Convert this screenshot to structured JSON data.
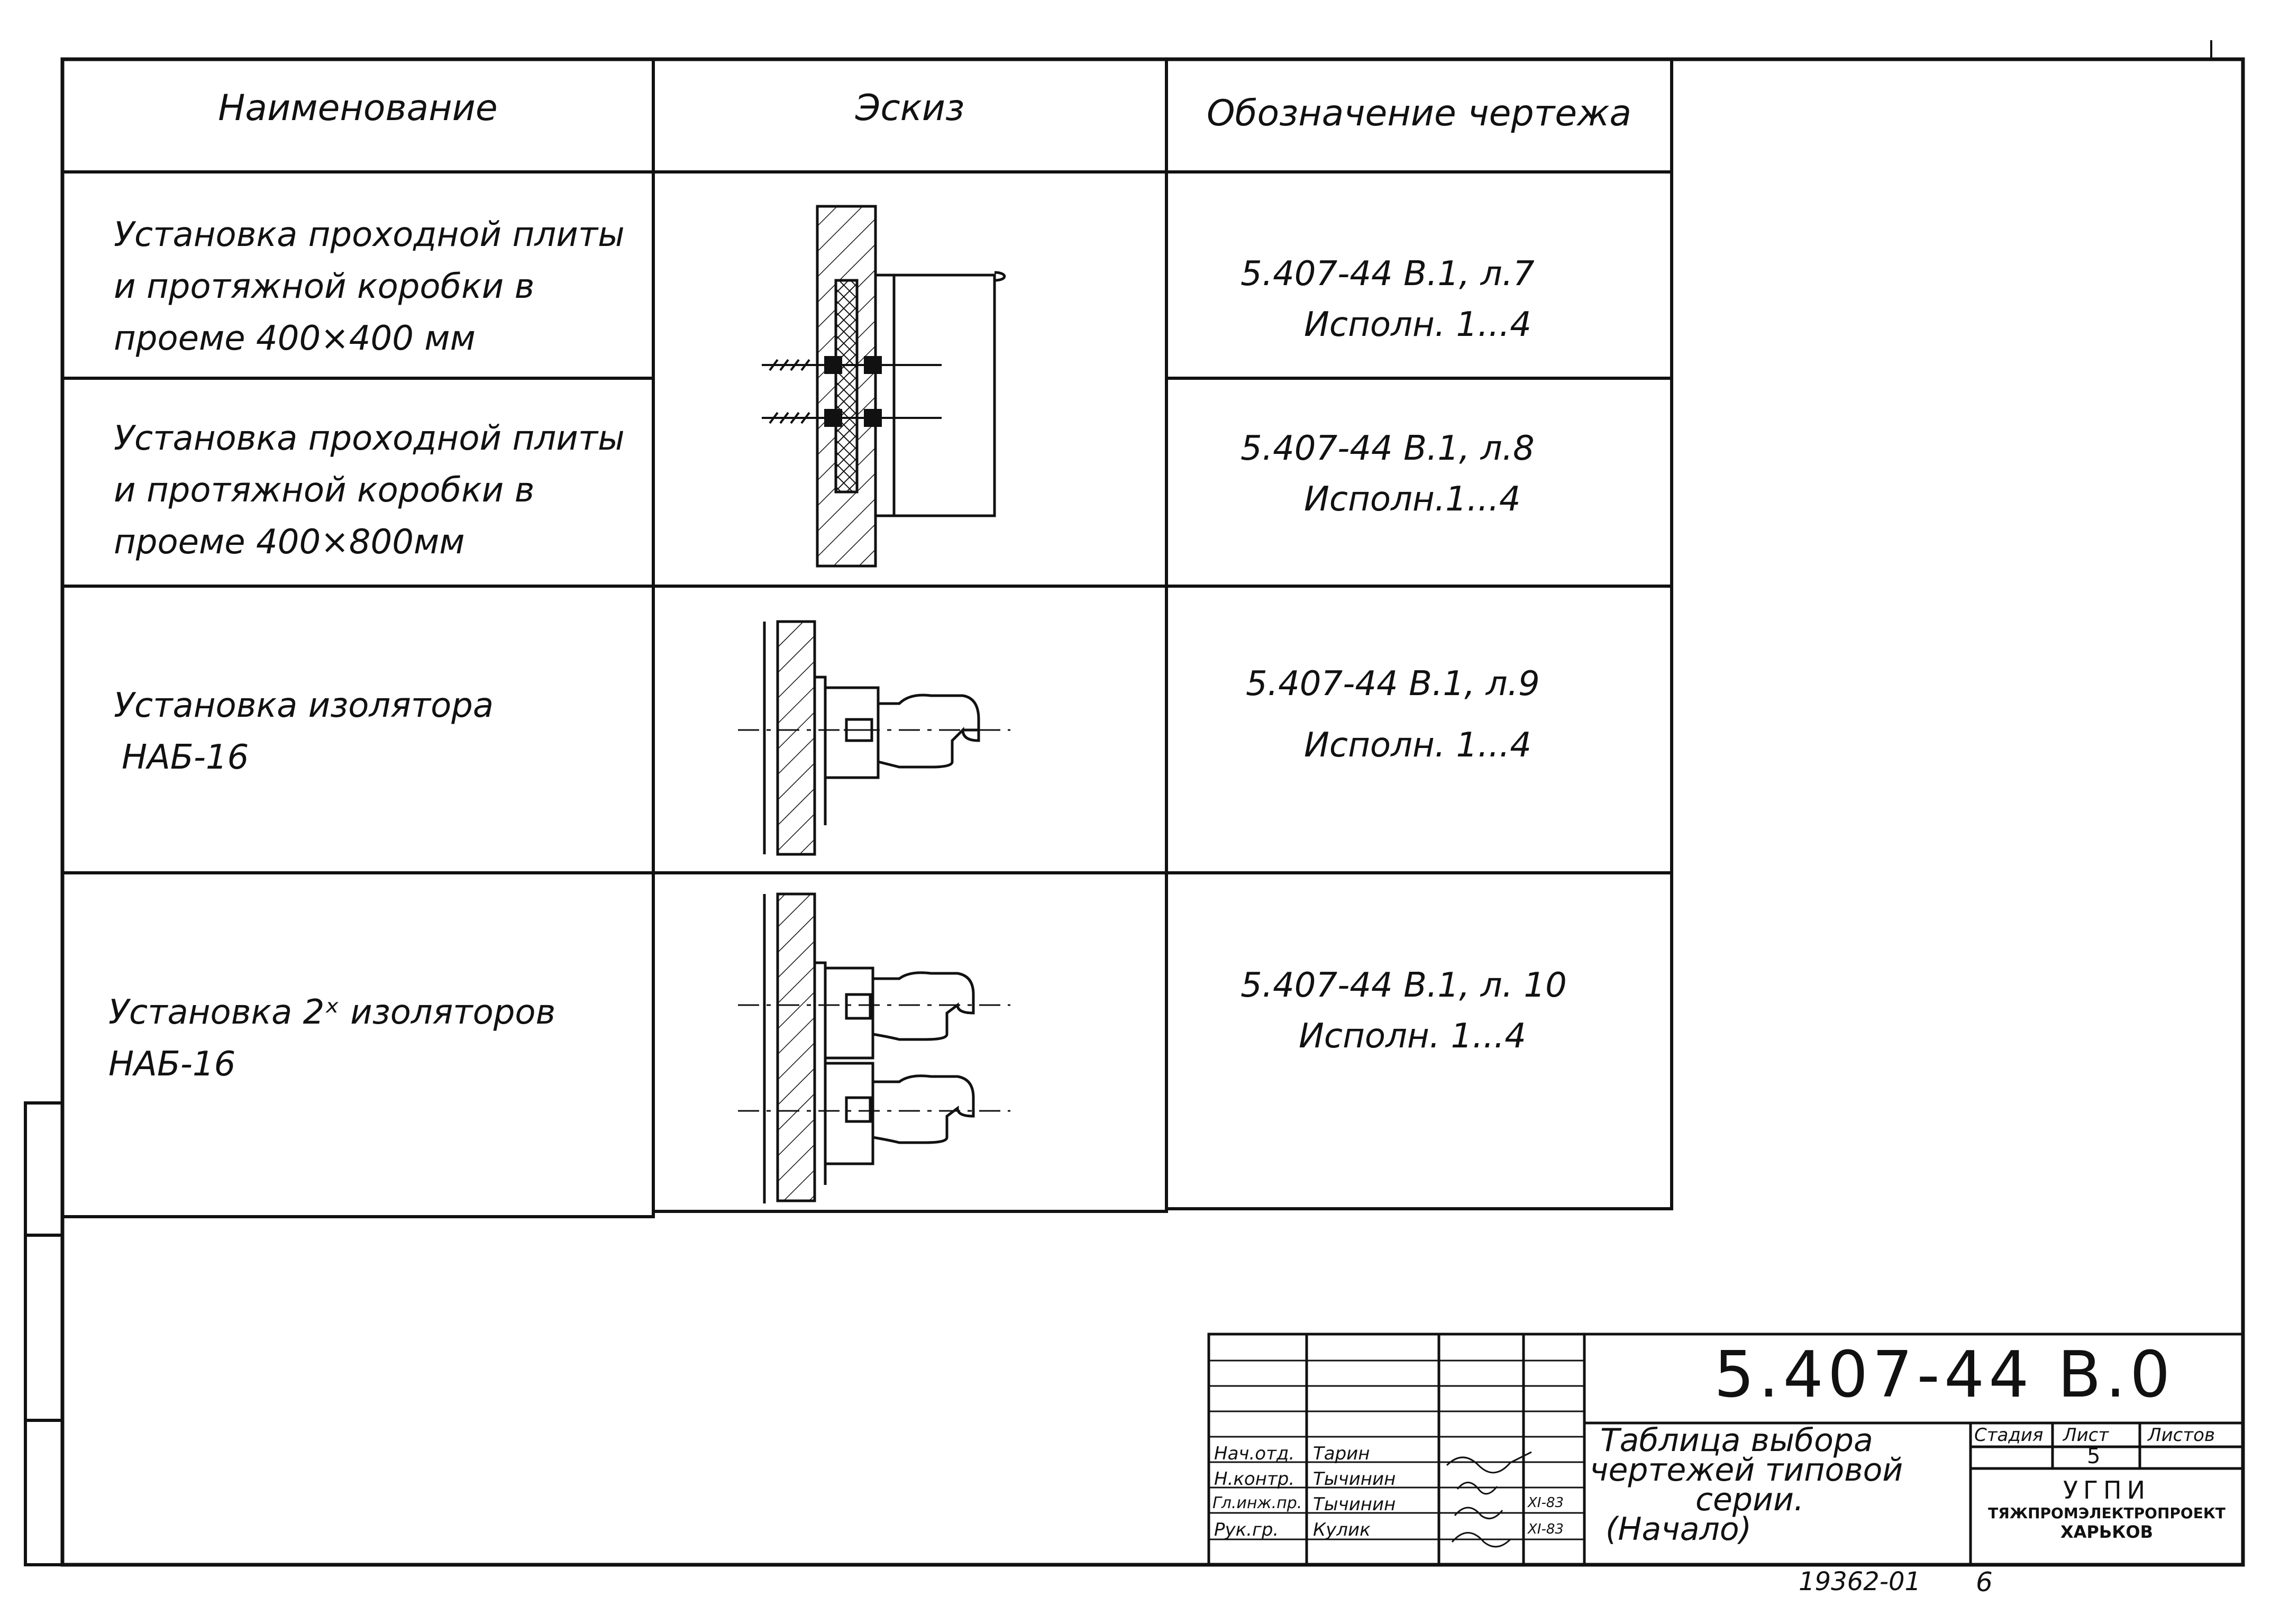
{
  "table": {
    "headers": {
      "name": "Наименование",
      "sketch": "Эскиз",
      "designation": "Обозначение чертежа"
    },
    "rows": [
      {
        "name": [
          "Установка проходной плиты",
          "и протяжной коробки в",
          "проеме 400×400 мм"
        ],
        "ref": "5.407-44 В.1, л.7",
        "exec": "Исполн. 1...4"
      },
      {
        "name": [
          "Установка проходной плиты",
          "и протяжной коробки в",
          "проеме 400×800мм"
        ],
        "ref": "5.407-44 В.1, л.8",
        "exec": "Исполн.1...4"
      },
      {
        "name": [
          "Установка изолятора",
          "НАБ-16"
        ],
        "ref": "5.407-44 В.1, л.9",
        "exec": "Исполн. 1...4"
      },
      {
        "name": [
          "Установка 2ˣ изоляторов",
          "НАБ-16"
        ],
        "ref": "5.407-44 В.1, л. 10",
        "exec": "Исполн. 1...4"
      }
    ]
  },
  "title_block": {
    "code": "5.407-44 В.0",
    "title_lines": [
      "Таблица выбора",
      "чертежей типовой",
      "серии.",
      "(Начало)"
    ],
    "stage_label": "Стадия",
    "sheet_label": "Лист",
    "sheets_label": "Листов",
    "sheet_value": "5",
    "org_lines": [
      "УГПИ",
      "ТЯЖПРОМЭЛЕКТРОПРОЕКТ",
      "ХАРЬКОВ"
    ],
    "signatures": [
      {
        "role": "Нач.отд.",
        "name": "Тарин",
        "date": ""
      },
      {
        "role": "Н.контр.",
        "name": "Тычинин",
        "date": ""
      },
      {
        "role": "Гл.инж.пр.",
        "name": "Тычинин",
        "date": "XI-83"
      },
      {
        "role": "Рук.гр.",
        "name": "Кулик",
        "date": "XI-83"
      }
    ]
  },
  "footer": {
    "inventory": "19362-01",
    "page": "6"
  }
}
